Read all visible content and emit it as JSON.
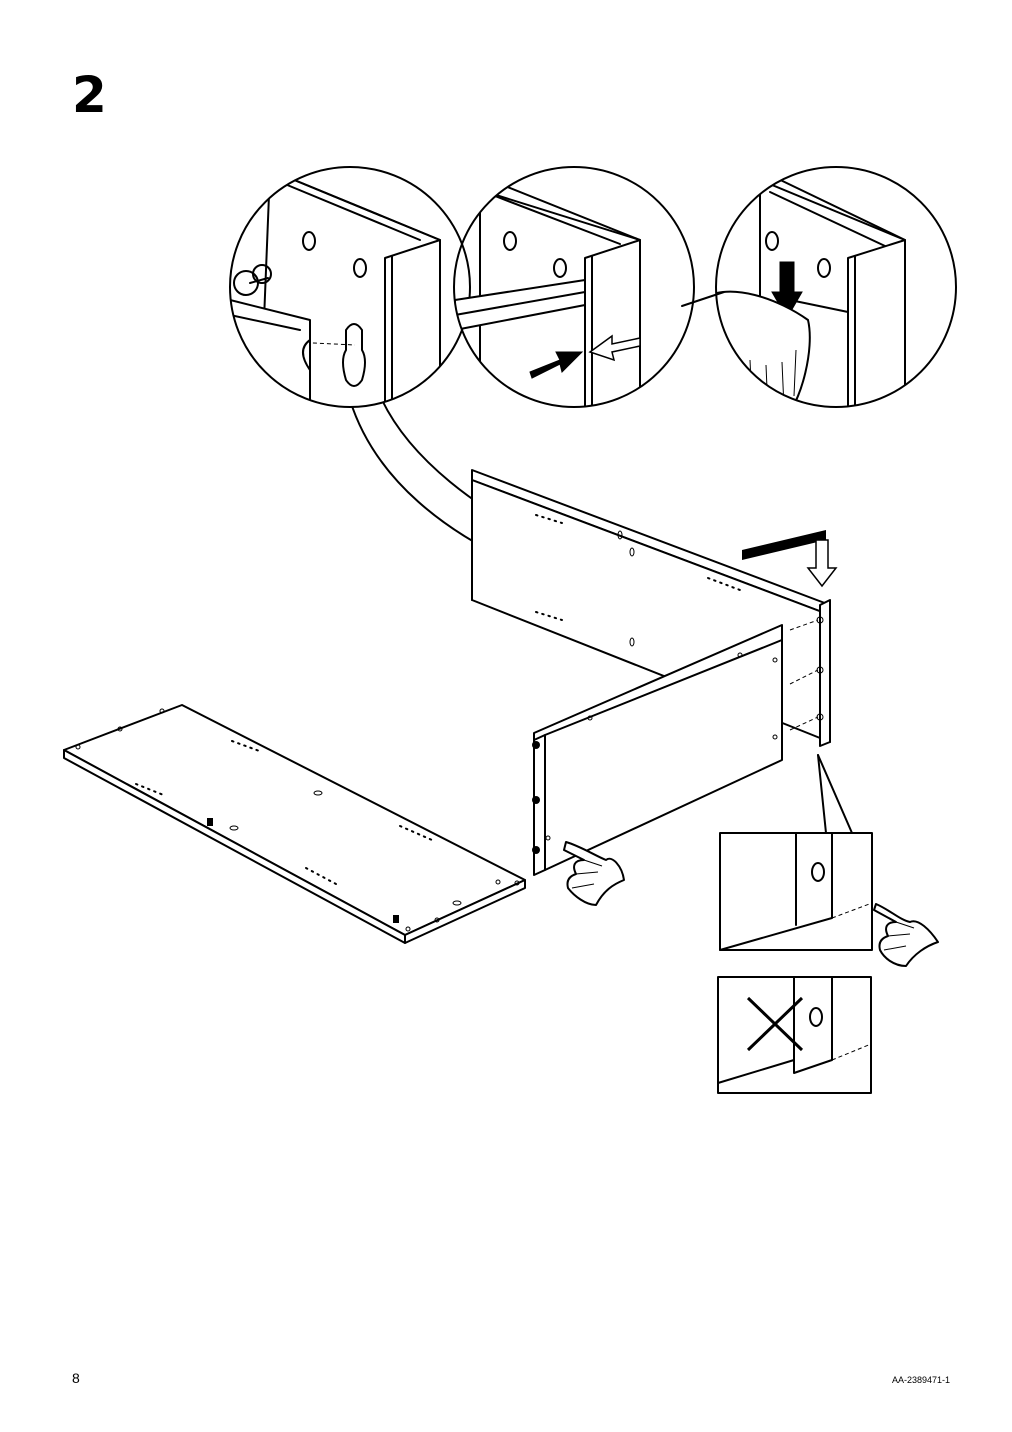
{
  "step": {
    "number": "2"
  },
  "footer": {
    "page_number": "8",
    "document_code": "AA-2389471-1"
  },
  "icons": [
    "round-detail-circle-icon",
    "push-arrow-icon",
    "press-down-arrow-icon",
    "pointing-hand-icon",
    "wrong-cross-icon"
  ]
}
